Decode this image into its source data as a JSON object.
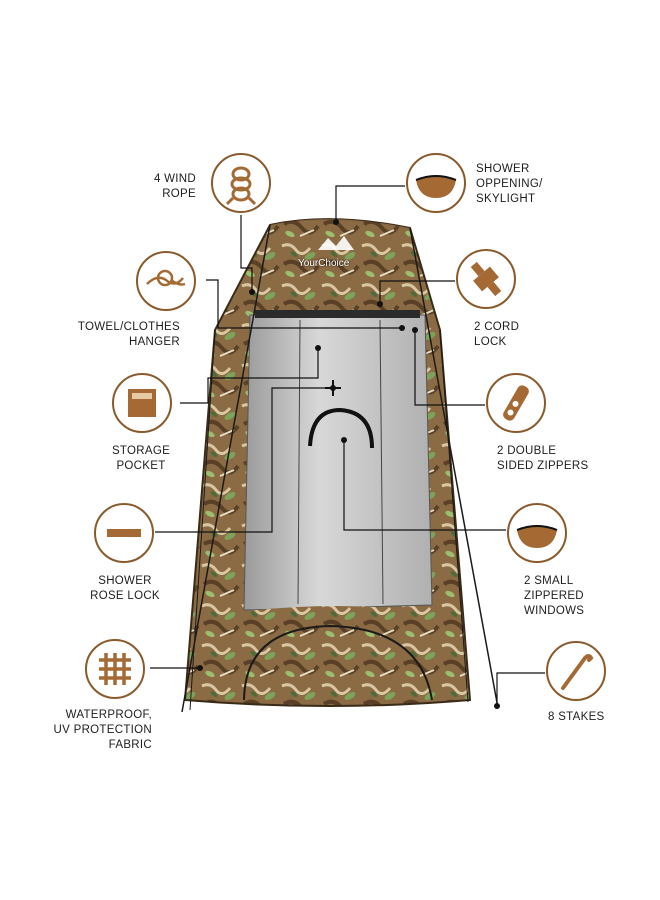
{
  "brand": "YourChoice",
  "colors": {
    "icon_ring": "#8a5a2b",
    "icon_fill": "#a56a34",
    "leader_line": "#111111",
    "tent_panel": "#c9c9c9",
    "camo_base": "#8b6b44"
  },
  "features": {
    "wind_rope": {
      "label": "4 WIND\nROPE",
      "icon": "rope-coil-icon"
    },
    "towel_hanger": {
      "label": "TOWEL/CLOTHES\nHANGER",
      "icon": "loop-hanger-icon"
    },
    "storage_pocket": {
      "label": "STORAGE\nPOCKET",
      "icon": "pocket-icon"
    },
    "shower_rose_lock": {
      "label": "SHOWER\nROSE LOCK",
      "icon": "strap-icon"
    },
    "waterproof": {
      "label": "WATERPROOF,\nUV PROTECTION\nFABRIC",
      "icon": "fabric-grid-icon"
    },
    "skylight": {
      "label": "SHOWER\nOPPENING/\nSKYLIGHT",
      "icon": "skylight-bowl-icon"
    },
    "cord_lock": {
      "label": "2 CORD\nLOCK",
      "icon": "cord-lock-icon"
    },
    "zippers": {
      "label": "2 DOUBLE\nSIDED ZIPPERS",
      "icon": "zipper-pull-icon"
    },
    "windows": {
      "label": "2 SMALL\nZIPPERED\nWINDOWS",
      "icon": "window-bowl-icon"
    },
    "stakes": {
      "label": "8 STAKES",
      "icon": "tent-stake-icon"
    }
  }
}
